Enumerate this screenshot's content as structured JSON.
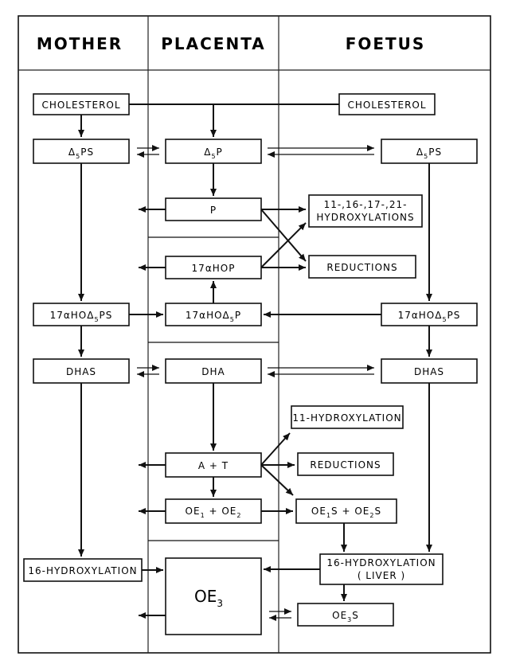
{
  "headers": {
    "mother": "MOTHER",
    "placenta": "PLACENTA",
    "foetus": "FOETUS"
  },
  "mother": {
    "cholesterol": "CHOLESTEROL",
    "d5ps_delta": "Δ",
    "d5ps_sub": "5",
    "d5ps_rest": "PS",
    "hod5ps_a": "17αHOΔ",
    "hod5ps_sub": "5",
    "hod5ps_rest": "PS",
    "dhas": "DHAS",
    "hydroxylation16": "16-HYDROXYLATION"
  },
  "placenta": {
    "d5p_delta": "Δ",
    "d5p_sub": "5",
    "d5p_rest": "P",
    "p": "P",
    "hop17": "17αHOP",
    "hod5p_a": "17αHOΔ",
    "hod5p_sub": "5",
    "hod5p_rest": "P",
    "dha": "DHA",
    "at": "A + T",
    "oe_a": "OE",
    "oe_sub1": "1",
    "oe_mid": " + OE",
    "oe_sub2": "2",
    "oe3_a": "OE",
    "oe3_sub": "3"
  },
  "foetus": {
    "cholesterol": "CHOLESTEROL",
    "d5ps_delta": "Δ",
    "d5ps_sub": "5",
    "d5ps_rest": "PS",
    "hydroxylations_line1": "11-,16-,17-,21-",
    "hydroxylations_line2": "HYDROXYLATIONS",
    "reductions1": "REDUCTIONS",
    "hod5ps_a": "17αHOΔ",
    "hod5ps_sub": "5",
    "hod5ps_rest": "PS",
    "dhas": "DHAS",
    "hydroxylation11": "11-HYDROXYLATION",
    "reductions2": "REDUCTIONS",
    "oes_a": "OE",
    "oes_sub1": "1",
    "oes_mid": "S + OE",
    "oes_sub2": "2",
    "oes_end": "S",
    "hydroxylation16_line1": "16-HYDROXYLATION",
    "hydroxylation16_line2": "( LIVER )",
    "oe3s_a": "OE",
    "oe3s_sub": "3",
    "oe3s_end": "S"
  }
}
